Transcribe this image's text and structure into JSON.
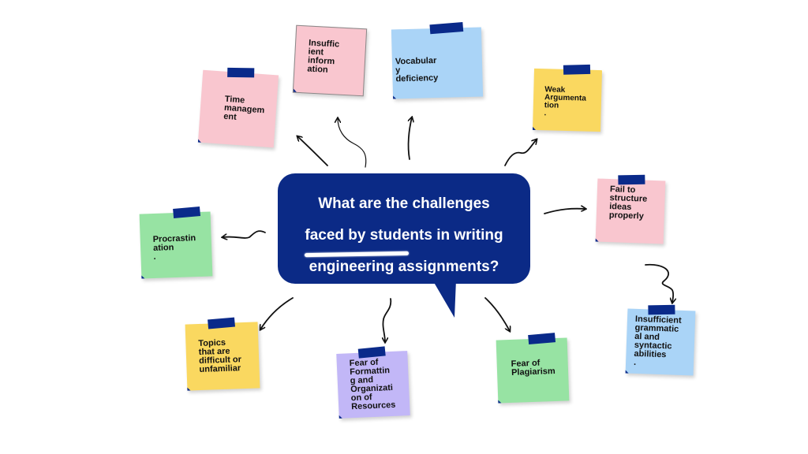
{
  "central_question": {
    "line1": "What are the challenges",
    "line2": "faced by students in writing",
    "line3": "engineering assignments?"
  },
  "notes": {
    "time_management": "Time\nmanagem\nent",
    "insufficient_information": "Insuffic\nient\ninform\nation",
    "vocabulary_deficiency": "Vocabular\ny\ndeficiency",
    "weak_argumentation": "Weak\nArgumenta\ntion\n.",
    "fail_to_structure": "Fail to\nstructure\nideas\nproperly",
    "procrastination": "Procrastin\nation\n.",
    "insufficient_grammatical": "Insufficient\ngrammatic\nal and\nsyntactic\nabilities\n.",
    "difficult_topics": "Topics\nthat are\ndifficult or\nunfamiliar",
    "fear_of_formatting": "Fear of\nFormattin\ng and\nOrganizati\non of\nResources",
    "fear_of_plagiarism": "Fear of\nPlagiarism"
  },
  "colors": {
    "bubble": "#0b2a86",
    "tape": "#0a2a8a",
    "pink": "#f9c6cf",
    "blue": "#aad4f7",
    "yellow": "#fad860",
    "green": "#97e3a3",
    "purple": "#c2b7f7"
  }
}
